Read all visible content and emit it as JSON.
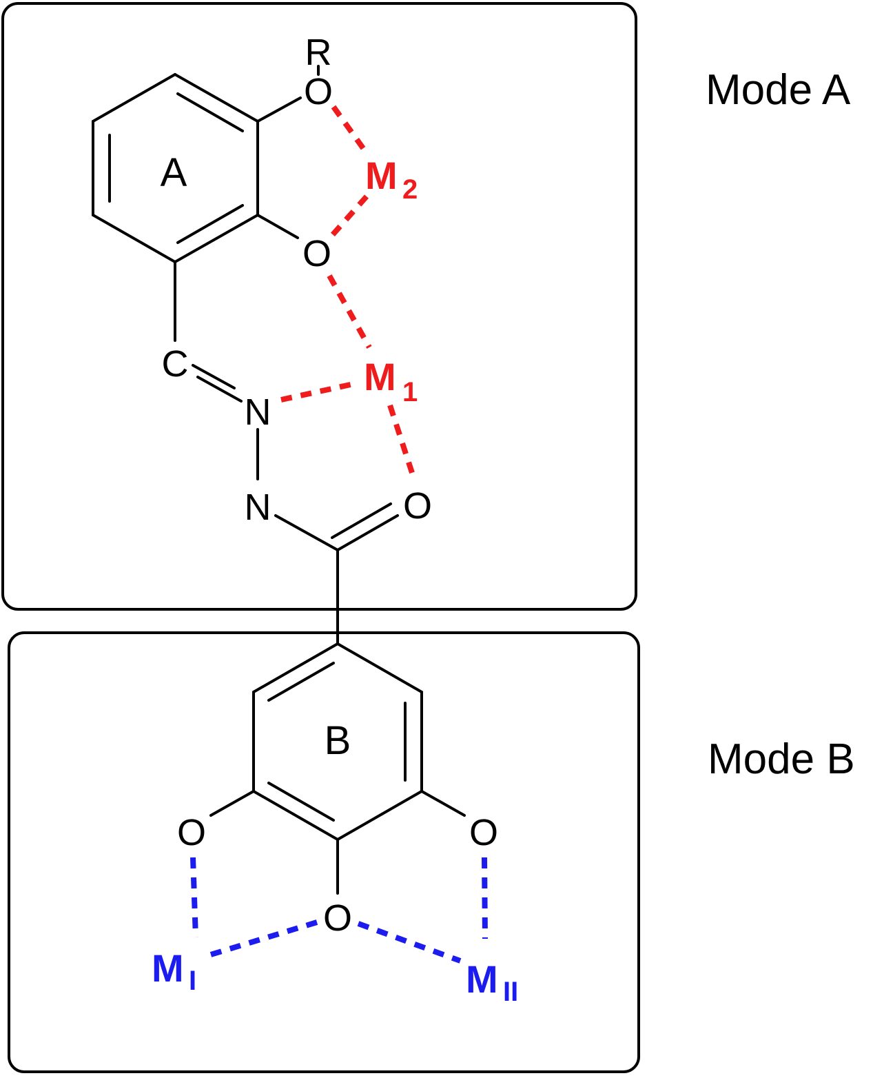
{
  "labels": {
    "mode_a": "Mode A",
    "mode_b": "Mode B"
  },
  "atoms": {
    "r": "R",
    "o_top": "O",
    "o_mid": "O",
    "c": "C",
    "n1": "N",
    "n2": "N",
    "o_carbonyl": "O",
    "o_left": "O",
    "o_center": "O",
    "o_right": "O"
  },
  "rings": {
    "ring_a": "A",
    "ring_b": "B"
  },
  "metals": {
    "m2": {
      "symbol": "M",
      "subscript": "2"
    },
    "m1": {
      "symbol": "M",
      "subscript": "1"
    },
    "mi": {
      "symbol": "M",
      "subscript": "I"
    },
    "mii": {
      "symbol": "M",
      "subscript": "II"
    }
  },
  "colors": {
    "mode_a_metal": "#ee1c1c",
    "mode_b_metal": "#1c1cee",
    "bond": "#000000"
  }
}
